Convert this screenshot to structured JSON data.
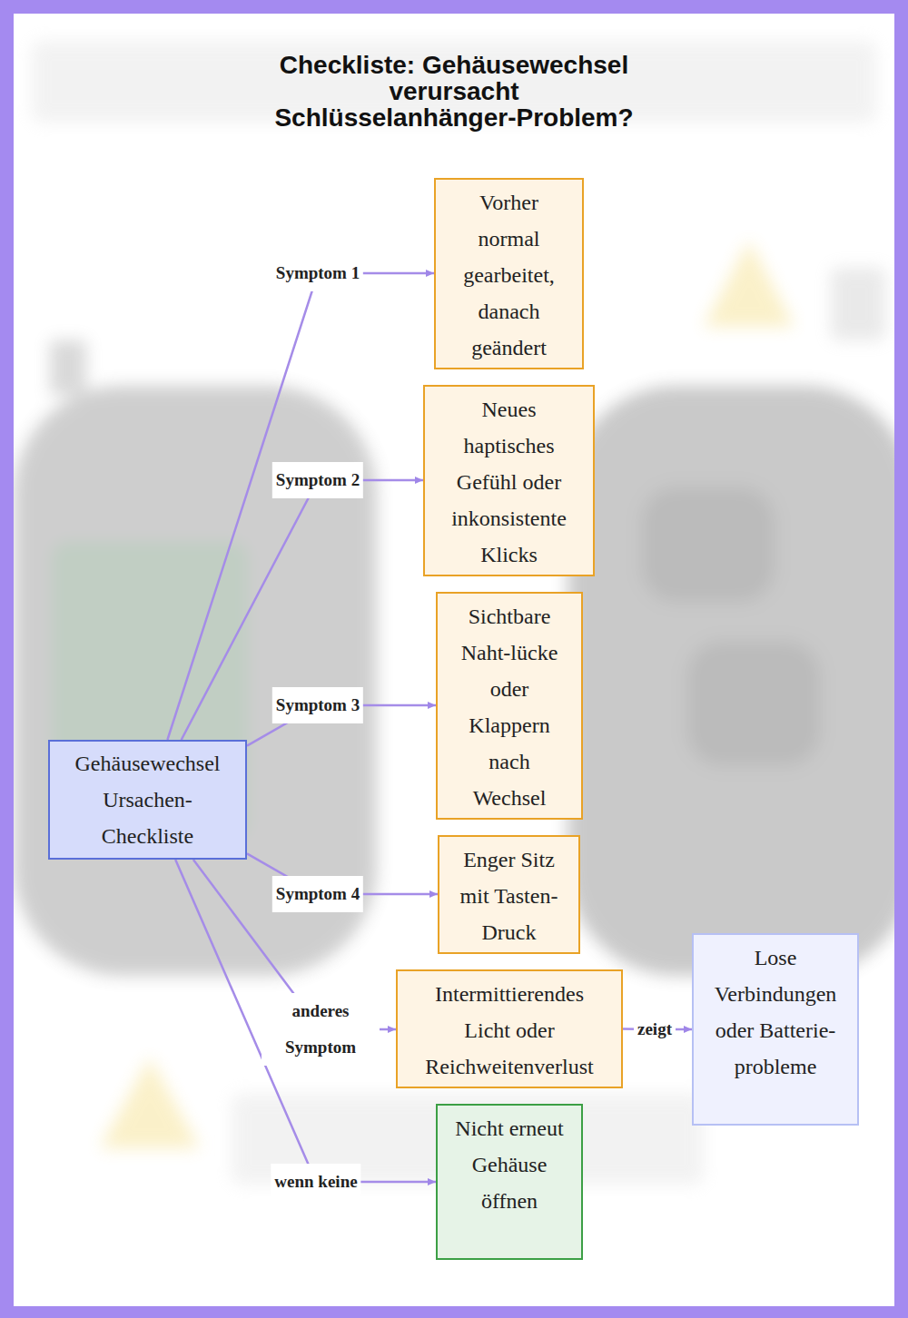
{
  "diagram": {
    "title": "Checkliste: Gehäusewechsel verursacht Schlüsselanhänger-Problem?",
    "nodes": [
      {
        "text": [
          "Gehäusewechsel Ursachen-Checkliste"
        ]
      },
      {
        "text": [
          "Vorher normal gearbeitet, danach geändert"
        ]
      },
      {
        "text": [
          "Neues haptisches Gefühl oder inkonsistente Klicks"
        ]
      },
      {
        "text": [
          "Sichtbare Naht-lücke oder Klappern nach Wechsel"
        ]
      },
      {
        "text": [
          "Enger Sitz mit Tasten-Druck"
        ]
      },
      {
        "text": [
          "Intermittierendes Licht oder Reichweitenverlust"
        ]
      },
      {
        "text": [
          "Lose Verbindungen oder Batterie-probleme"
        ]
      },
      {
        "text": [
          "Nicht erneut Gehäuse öffnen"
        ]
      }
    ],
    "edges": [
      {
        "from": 0,
        "to": 1,
        "label": "Symptom 1",
        "arrow": "to"
      },
      {
        "from": 0,
        "to": 2,
        "label": "Symptom 2",
        "arrow": "to"
      },
      {
        "from": 0,
        "to": 3,
        "label": "Symptom 3",
        "arrow": "to"
      },
      {
        "from": 0,
        "to": 4,
        "label": "Symptom 4",
        "arrow": "to"
      },
      {
        "from": 0,
        "to": 5,
        "label": "anderes Symptom",
        "arrow": "to"
      },
      {
        "from": 5,
        "to": 6,
        "label": "zeigt",
        "arrow": "to"
      },
      {
        "from": 0,
        "to": 7,
        "label": "wenn keine",
        "arrow": "to"
      }
    ]
  }
}
